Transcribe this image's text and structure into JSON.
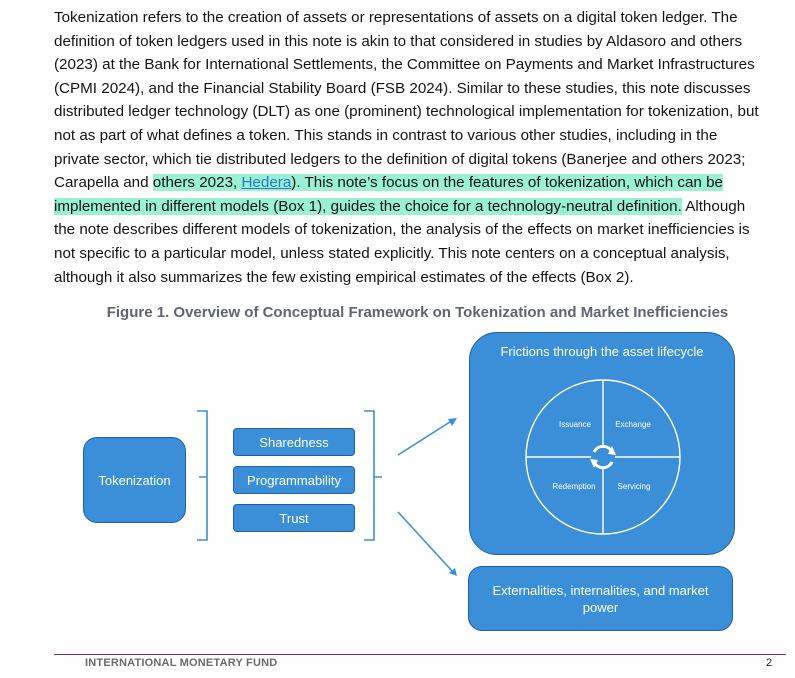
{
  "paragraph": {
    "l1": "Tokenization refers to the creation of assets or representations of assets on a digital token ledger. The",
    "l2": "definition of token ledgers used in this note is akin to that considered in studies by Aldasoro and others",
    "l3": "(2023) at the Bank for International Settlements, the Committee on Payments and Market Infrastructures",
    "l4": "(CPMI 2024), and the Financial Stability Board (FSB 2024). Similar to these studies, this note discusses",
    "l5": "distributed ledger technology (DLT) as one (prominent) technological implementation for tokenization, but",
    "l6": "not as part of what defines a token. This stands in contrast to various other studies, including in the",
    "l7": "private sector, which tie distributed ledgers to the definition of digital tokens (Banerjee and others 2023;",
    "l8_a": "Carapella and ",
    "l8_b": "others 2023, ",
    "l8_link": "Hedera",
    "l8_c": "). This note’s focus on the features of tokenization, which can be",
    "l9_a": "implemented in different models (Box 1), guides the choice for a technology-neutral definition.",
    "l9_b": " Although",
    "l10": "the note describes different models of tokenization, the analysis of the effects on market inefficiencies is",
    "l11": "not specific to a particular model, unless stated explicitly. This note centers on a conceptual analysis,",
    "l12": "although it also summarizes the few existing empirical estimates of the effects (Box 2)."
  },
  "figure": {
    "title": "Figure 1. Overview of Conceptual Framework on Tokenization and Market Inefficiencies",
    "tokenization": "Tokenization",
    "features": [
      "Sharedness",
      "Programmability",
      "Trust"
    ],
    "frictions_title": "Frictions through the asset lifecycle",
    "lifecycle": {
      "q1": "Issuance",
      "q2": "Exchange",
      "q3": "Redemption",
      "q4": "Servicing"
    },
    "externalities": "Externalities, internalities, and market power"
  },
  "footer": {
    "org": "INTERNATIONAL MONETARY FUND",
    "page": "2"
  },
  "colors": {
    "box_fill": "#3b8fd8",
    "box_border": "#1f5fa6",
    "highlight": "#9af0d3",
    "link": "#2a78c9",
    "footer_rule": "#7a2d7a"
  }
}
